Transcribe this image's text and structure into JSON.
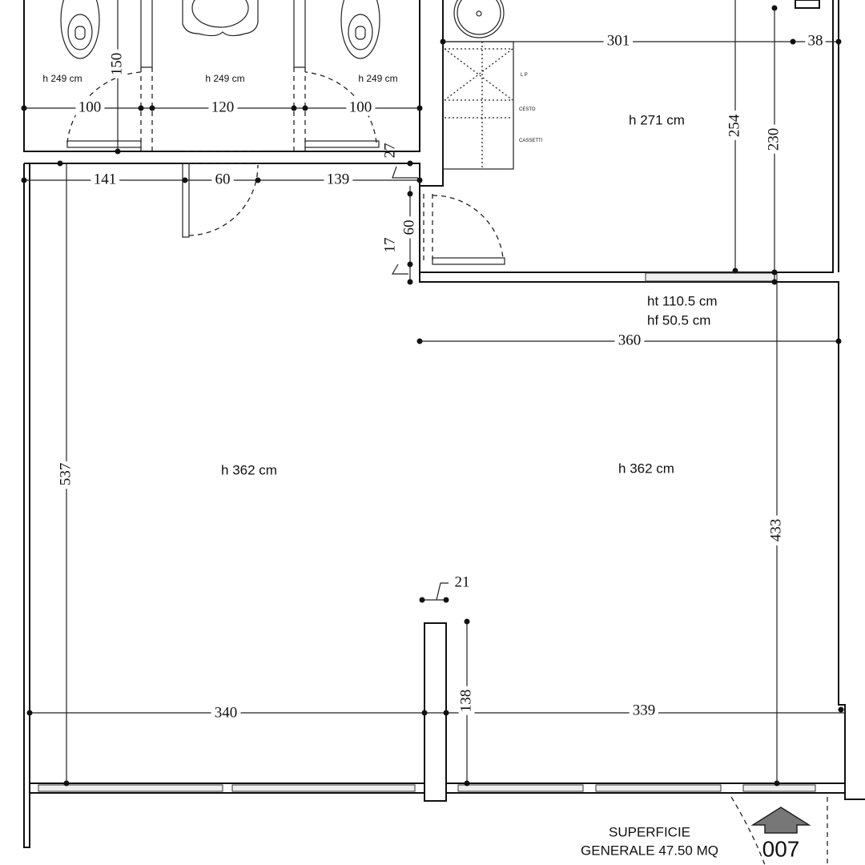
{
  "rooms": {
    "bath_left_height": "h 249 cm",
    "bath_center_height": "h 249 cm",
    "bath_right_height": "h 249 cm",
    "laundry_height": "h 271 cm",
    "main_left_height": "h 362 cm",
    "main_right_height": "h 362 cm"
  },
  "window": {
    "ht": "ht 110.5 cm",
    "hf": "hf 50.5 cm"
  },
  "furniture_labels": {
    "lp": "L P",
    "cesto": "CESTO",
    "cassetti": "CASSETTI"
  },
  "dimensions": {
    "d100a": "100",
    "d120": "120",
    "d100b": "100",
    "d150": "150",
    "d141": "141",
    "d60a": "60",
    "d139": "139",
    "d27": "27",
    "d60b": "60",
    "d17": "17",
    "d301": "301",
    "d38": "38",
    "d254": "254",
    "d230": "230",
    "d360": "360",
    "d537": "537",
    "d433": "433",
    "d340": "340",
    "d339": "339",
    "d138": "138",
    "d21": "21"
  },
  "footer": {
    "area_line1": "SUPERFICIE",
    "area_line2": "GENERALE 47.50 MQ",
    "unit_number": "007"
  },
  "colors": {
    "line": "#111111",
    "arrow": "#777777"
  }
}
